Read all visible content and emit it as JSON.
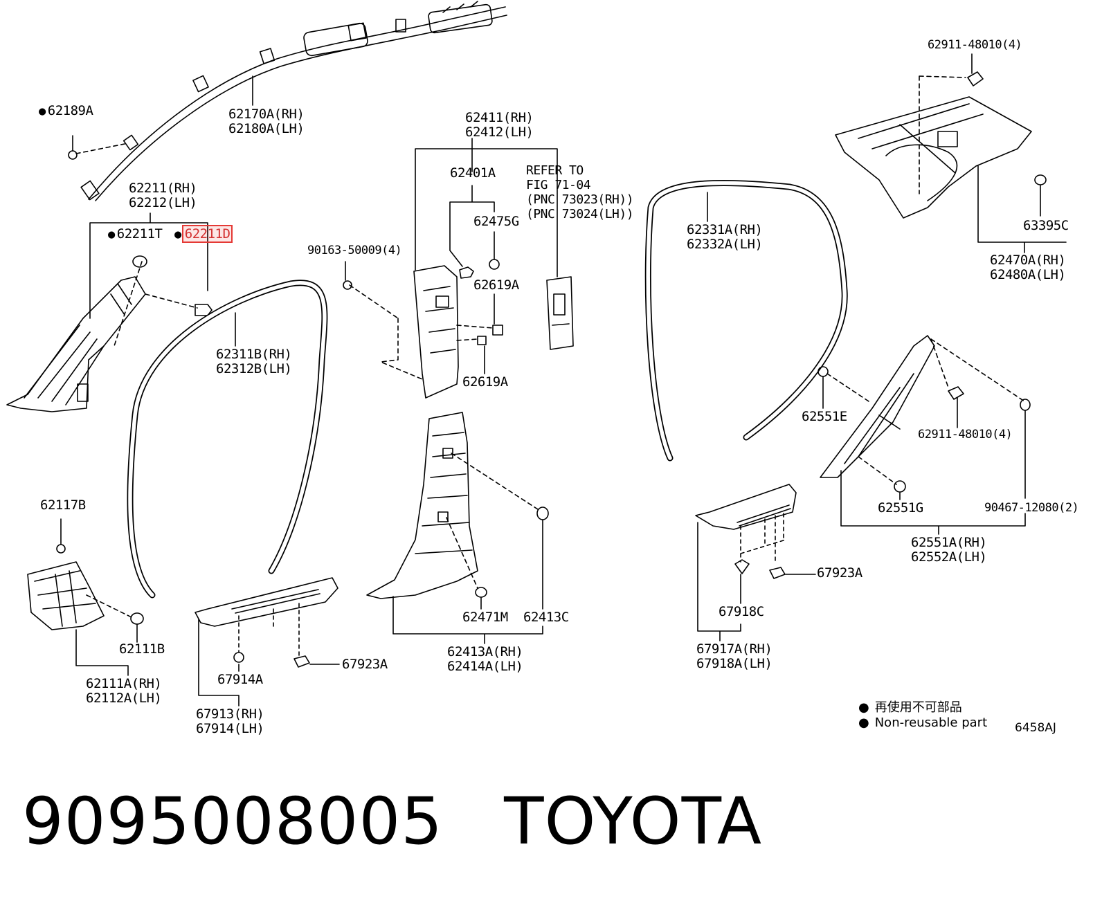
{
  "labels": {
    "p62189A": "62189A",
    "p62170A": "62170A(RH)",
    "p62180A": "62180A(LH)",
    "p62211": "62211(RH)",
    "p62212": "62212(LH)",
    "p62211T": "62211T",
    "p62211D": "62211D",
    "p90163": "90163-50009(4)",
    "p62311B": "62311B(RH)",
    "p62312B": "62312B(LH)",
    "p62411": "62411(RH)",
    "p62412": "62412(LH)",
    "p62401A": "62401A",
    "p62475G": "62475G",
    "p62619A_1": "62619A",
    "p62619A_2": "62619A",
    "refer1": "REFER TO",
    "refer2": "FIG 71-04",
    "refer3": "(PNC 73023(RH))",
    "refer4": "(PNC 73024(LH))",
    "p62331A": "62331A(RH)",
    "p62332A": "62332A(LH)",
    "p62911_top": "62911-48010(4)",
    "p63395C": "63395C",
    "p62470A": "62470A(RH)",
    "p62480A": "62480A(LH)",
    "p62551E": "62551E",
    "p62911_mid": "62911-48010(4)",
    "p62551G": "62551G",
    "p90467": "90467-12080(2)",
    "p62551A": "62551A(RH)",
    "p62552A": "62552A(LH)",
    "p62117B": "62117B",
    "p62111B": "62111B",
    "p62111A": "62111A(RH)",
    "p62112A": "62112A(LH)",
    "p67914A": "67914A",
    "p67923A_1": "67923A",
    "p67913": "67913(RH)",
    "p67914": "67914(LH)",
    "p62471M": "62471M",
    "p62413C": "62413C",
    "p62413A": "62413A(RH)",
    "p62414A": "62414A(LH)",
    "p67923A_2": "67923A",
    "p67918C": "67918C",
    "p67917A": "67917A(RH)",
    "p67918A": "67918A(LH)"
  },
  "legend": {
    "jp": "再使用不可部品",
    "en": "Non-reusable part",
    "code": "6458AJ"
  },
  "footer": {
    "part_number": "9095008005",
    "brand": "TOYOTA"
  },
  "colors": {
    "highlight": "#e53935",
    "ink": "#000000"
  }
}
